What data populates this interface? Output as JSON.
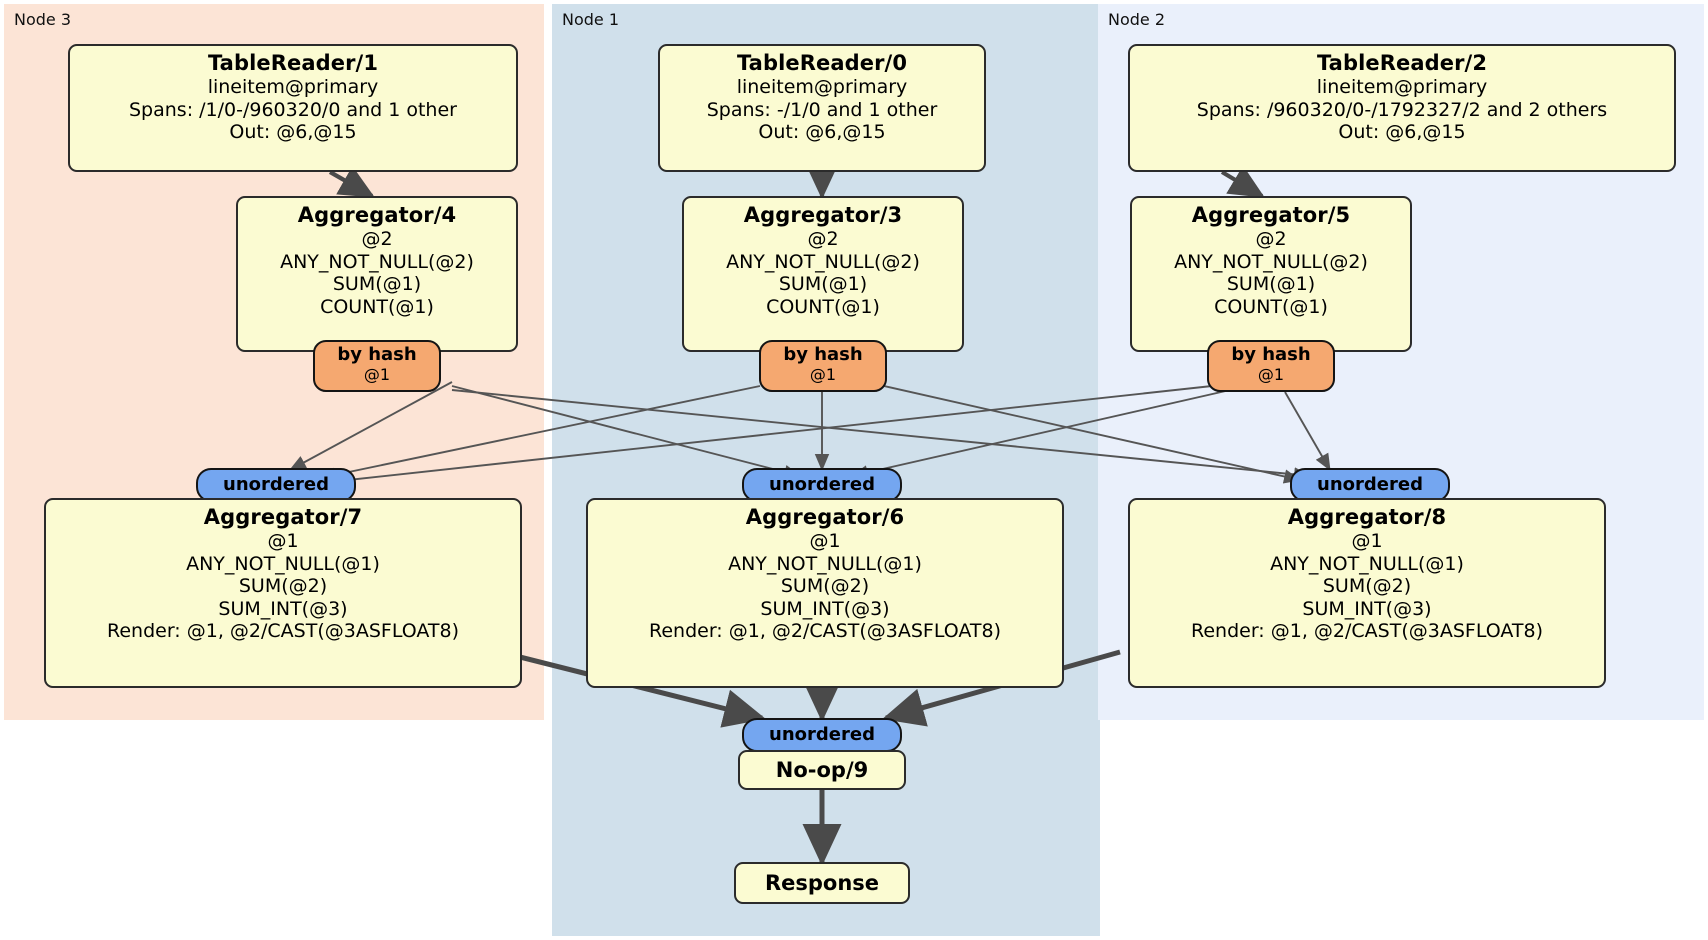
{
  "diagram": {
    "type": "distributed-query-plan",
    "panels": [
      {
        "id": "node3",
        "label": "Node 3",
        "color": "#fce4d6"
      },
      {
        "id": "node1",
        "label": "Node 1",
        "color": "#d0e0eb"
      },
      {
        "id": "node2",
        "label": "Node 2",
        "color": "#eaf0fb"
      }
    ],
    "processors": {
      "table_reader_1": {
        "title": "TableReader/1",
        "lines": [
          "lineitem@primary",
          "Spans: /1/0-/960320/0 and 1 other",
          "Out: @6,@15"
        ]
      },
      "table_reader_0": {
        "title": "TableReader/0",
        "lines": [
          "lineitem@primary",
          "Spans: -/1/0 and 1 other",
          "Out: @6,@15"
        ]
      },
      "table_reader_2": {
        "title": "TableReader/2",
        "lines": [
          "lineitem@primary",
          "Spans: /960320/0-/1792327/2 and 2 others",
          "Out: @6,@15"
        ]
      },
      "aggregator_4": {
        "title": "Aggregator/4",
        "lines": [
          "@2",
          "ANY_NOT_NULL(@2)",
          "SUM(@1)",
          "COUNT(@1)"
        ]
      },
      "aggregator_3": {
        "title": "Aggregator/3",
        "lines": [
          "@2",
          "ANY_NOT_NULL(@2)",
          "SUM(@1)",
          "COUNT(@1)"
        ]
      },
      "aggregator_5": {
        "title": "Aggregator/5",
        "lines": [
          "@2",
          "ANY_NOT_NULL(@2)",
          "SUM(@1)",
          "COUNT(@1)"
        ]
      },
      "aggregator_7": {
        "title": "Aggregator/7",
        "lines": [
          "@1",
          "ANY_NOT_NULL(@1)",
          "SUM(@2)",
          "SUM_INT(@3)",
          "Render: @1, @2/CAST(@3ASFLOAT8)"
        ]
      },
      "aggregator_6": {
        "title": "Aggregator/6",
        "lines": [
          "@1",
          "ANY_NOT_NULL(@1)",
          "SUM(@2)",
          "SUM_INT(@3)",
          "Render: @1, @2/CAST(@3ASFLOAT8)"
        ]
      },
      "aggregator_8": {
        "title": "Aggregator/8",
        "lines": [
          "@1",
          "ANY_NOT_NULL(@1)",
          "SUM(@2)",
          "SUM_INT(@3)",
          "Render: @1, @2/CAST(@3ASFLOAT8)"
        ]
      },
      "noop_9": {
        "title": "No-op/9"
      },
      "response": {
        "title": "Response"
      }
    },
    "routers": {
      "hash_left": {
        "type": "by hash",
        "column": "@1"
      },
      "hash_center": {
        "type": "by hash",
        "column": "@1"
      },
      "hash_right": {
        "type": "by hash",
        "column": "@1"
      }
    },
    "synchronizers": {
      "unordered_left": {
        "label": "unordered"
      },
      "unordered_center": {
        "label": "unordered"
      },
      "unordered_right": {
        "label": "unordered"
      },
      "unordered_final": {
        "label": "unordered"
      }
    },
    "colors": {
      "processor_fill": "#fbfbd2",
      "router_fill": "#f5a870",
      "sync_fill": "#74a6f0",
      "edge": "#4a4a4a",
      "border": "#2b2b2b"
    }
  }
}
